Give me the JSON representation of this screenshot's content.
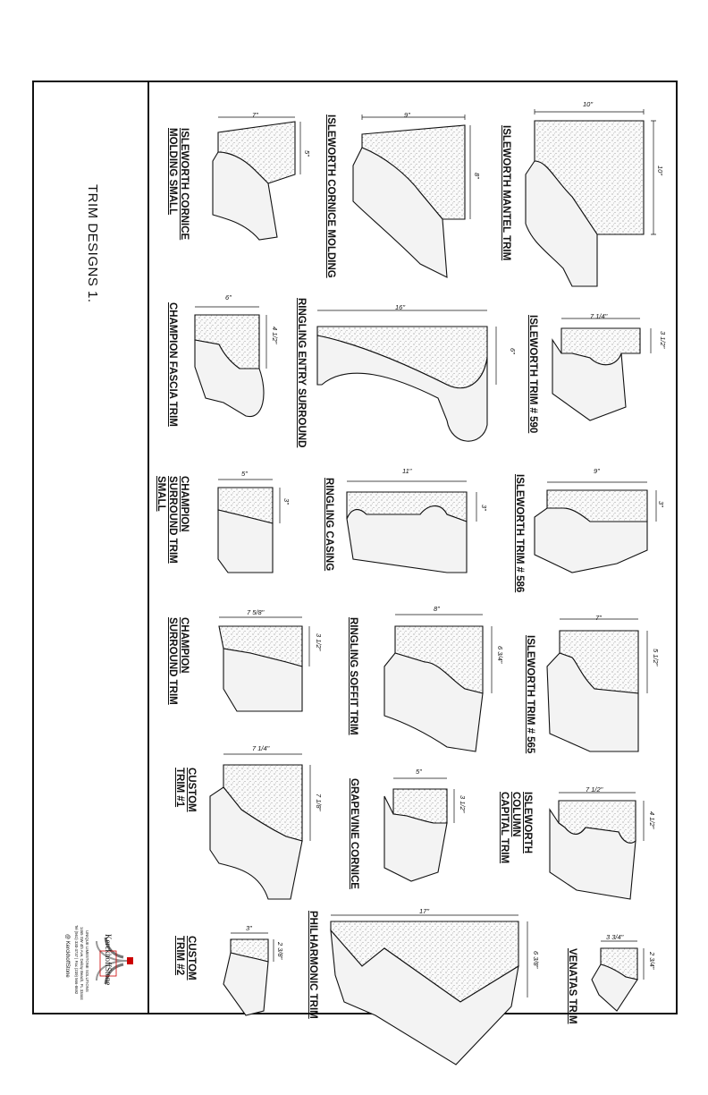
{
  "page": {
    "title": "TRIM DESIGNS 1."
  },
  "trims": [
    {
      "name": "ISLEWORTH MANTEL TRIM",
      "dim_a": "10\"",
      "dim_b": "10\""
    },
    {
      "name": "ISLEWORTH CORNICE MOLDING",
      "dim_a": "9\"",
      "dim_b": "8\""
    },
    {
      "name": "ISLEWORTH CORNICE MOLDING SMALL",
      "dim_a": "7\"",
      "dim_b": "5\""
    },
    {
      "name": "ISLEWORTH TRIM # 590",
      "dim_a": "7 1/4\"",
      "dim_b": "3 1/2\""
    },
    {
      "name": "RINGLING ENTRY SURROUND",
      "dim_a": "16\"",
      "dim_b": "6\""
    },
    {
      "name": "CHAMPION FASCIA TRIM",
      "dim_a": "6\"",
      "dim_b": "4 1/2\""
    },
    {
      "name": "ISLEWORTH TRIM # 586",
      "dim_a": "9\"",
      "dim_b": "3\""
    },
    {
      "name": "RINGLING CASING",
      "dim_a": "11\"",
      "dim_b": "3\""
    },
    {
      "name": "CHAMPION SURROUND TRIM SMALL",
      "dim_a": "5\"",
      "dim_b": "3\""
    },
    {
      "name": "ISLEWORTH TRIM # 565",
      "dim_a": "7\"",
      "dim_b": "5 1/2\""
    },
    {
      "name": "RINGLING SOFFIT TRIM",
      "dim_a": "8\"",
      "dim_b": "6 3/4\""
    },
    {
      "name": "CHAMPION SURROUND TRIM",
      "dim_a": "7 5/8\"",
      "dim_b": "3 1/2\""
    },
    {
      "name": "ISLEWORTH COLUMN CAPITAL TRIM",
      "dim_a": "7 1/2\"",
      "dim_b": "4 1/2\""
    },
    {
      "name": "GRAPEVINE CORNICE",
      "dim_a": "5\"",
      "dim_b": "3 1/2\""
    },
    {
      "name": "CUSTOM TRIM #1",
      "dim_a": "7 1/4\"",
      "dim_b": "7 1/8\""
    },
    {
      "name": "VENATAS TRIM",
      "dim_a": "3 3/4\"",
      "dim_b": "2 3/4\""
    },
    {
      "name": "PHILHARMONIC TRIM",
      "dim_a": "17\"",
      "dim_b": "6 3/8\""
    },
    {
      "name": "CUSTOM TRIM #2",
      "dim_a": "3\"",
      "dim_b": "2 3/8\""
    }
  ],
  "logo": {
    "brand": "KerckhoffStone",
    "tagline": "UNIQUE LIMESTONE SOLUTIONS",
    "address": "1465 SW 4th Ave, Delray Beach, FL 33444",
    "phone": "Tel (561) 330-3737 | Fax (239) 566-8692",
    "handle": "@ KerckhoffStone"
  }
}
